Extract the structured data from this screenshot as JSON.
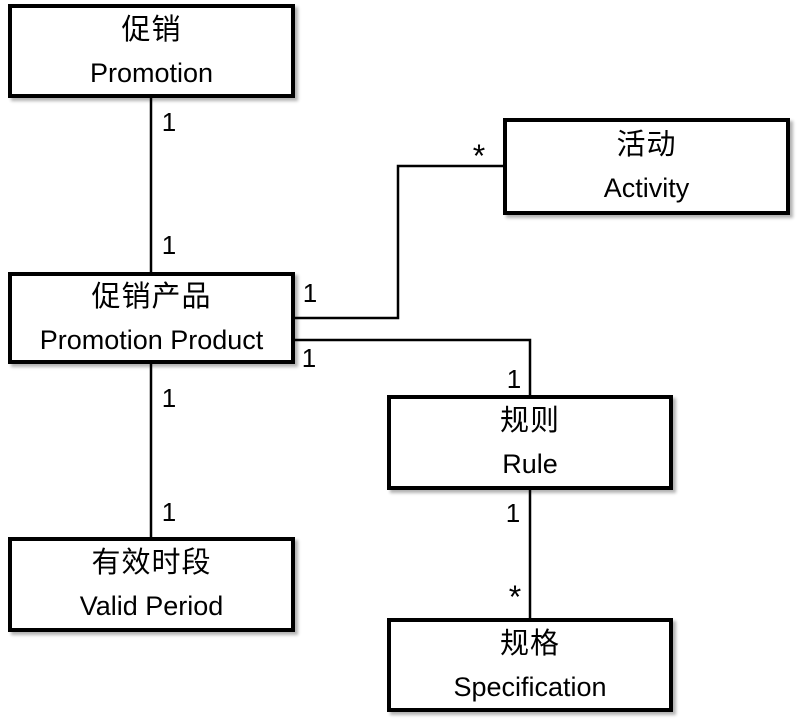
{
  "diagram": {
    "nodes": {
      "promotion": {
        "zh": "促销",
        "en": "Promotion"
      },
      "activity": {
        "zh": "活动",
        "en": "Activity"
      },
      "promotion_product": {
        "zh": "促销产品",
        "en": "Promotion Product"
      },
      "rule": {
        "zh": "规则",
        "en": "Rule"
      },
      "valid_period": {
        "zh": "有效时段",
        "en": "Valid Period"
      },
      "specification": {
        "zh": "规格",
        "en": "Specification"
      }
    },
    "edges": {
      "promotion_to_promotion_product": {
        "source_label": "1",
        "target_label": "1"
      },
      "promotion_product_to_activity": {
        "source_label": "1",
        "target_label": "*"
      },
      "promotion_product_to_rule": {
        "source_label": "1",
        "target_label": "1"
      },
      "promotion_product_to_valid_period": {
        "source_label": "1",
        "target_label": "1"
      },
      "rule_to_specification": {
        "source_label": "1",
        "target_label": "*"
      }
    },
    "colors": {
      "line": "#000000",
      "node_border": "#000000",
      "node_fill": "#ffffff",
      "background": "#ffffff"
    }
  }
}
